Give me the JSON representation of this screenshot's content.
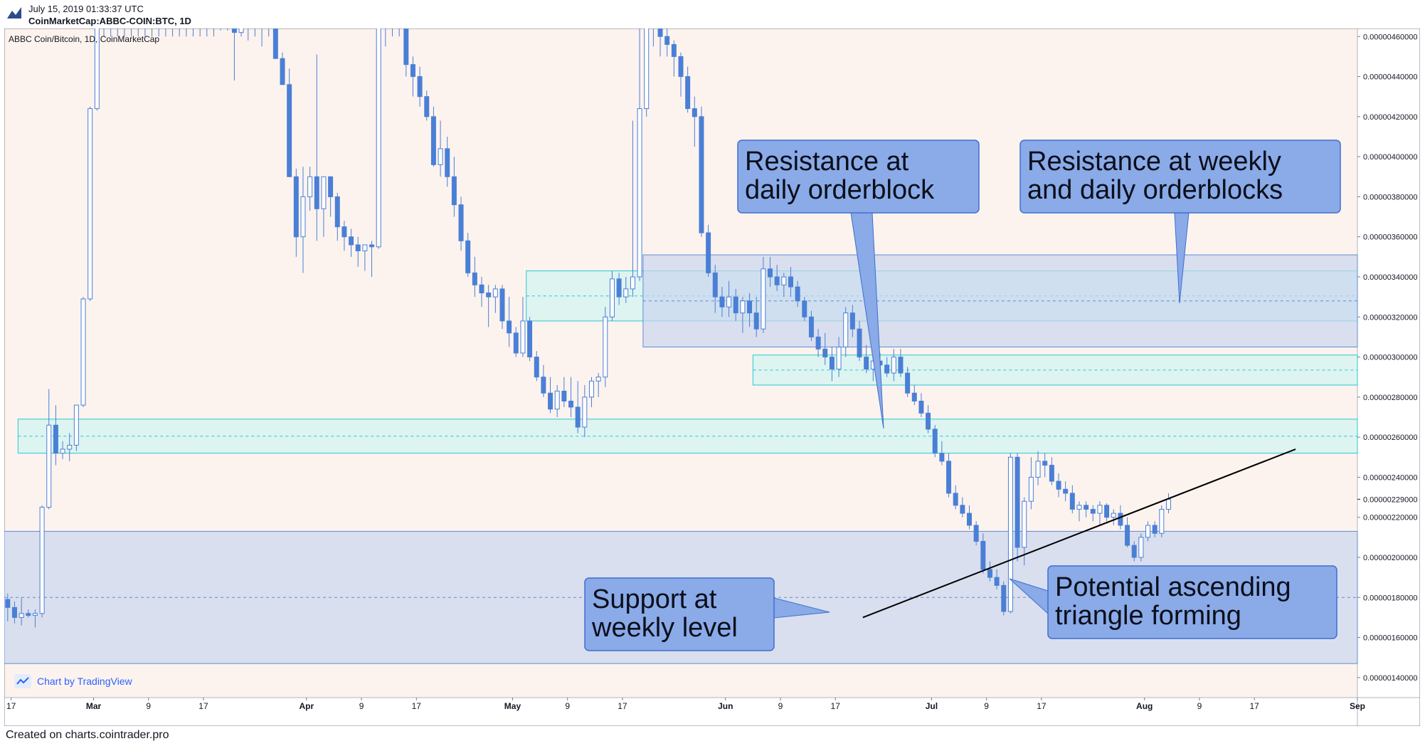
{
  "header": {
    "date": "July 15, 2019 01:33:37 UTC",
    "symbol": "CoinMarketCap:ABBC-COIN:BTC, 1D"
  },
  "footer": {
    "credit": "Created on charts.cointrader.pro"
  },
  "badge": {
    "label": "Chart by TradingView",
    "icon": "tradingview-logo-icon"
  },
  "colors": {
    "background": "#fdf3ee",
    "up": "#4a7fd6",
    "down": "#4a7fd6",
    "cyan_zone": "#d2f4f0",
    "cyan_border": "#27c7d6",
    "blue_zone": "#c9d6ee",
    "blue_border": "#5f8dd6",
    "callout": "#8aaae8",
    "callout_border": "#3f6fd0"
  },
  "chart_data": {
    "type": "candlestick",
    "title": "ABBC Coin/Bitcoin, 1D, CoinMarketCap",
    "x_tick_labels": [
      "17",
      "Mar",
      "9",
      "17",
      "Apr",
      "9",
      "17",
      "May",
      "9",
      "17",
      "Jun",
      "9",
      "17",
      "Jul",
      "9",
      "17",
      "Aug",
      "9",
      "17",
      "Sep"
    ],
    "x_tick_dates": [
      "2019-02-17",
      "2019-03-01",
      "2019-03-09",
      "2019-03-17",
      "2019-04-01",
      "2019-04-09",
      "2019-04-17",
      "2019-05-01",
      "2019-05-09",
      "2019-05-17",
      "2019-06-01",
      "2019-06-09",
      "2019-06-17",
      "2019-07-01",
      "2019-07-09",
      "2019-07-17",
      "2019-08-01",
      "2019-08-09",
      "2019-08-17",
      "2019-09-01"
    ],
    "x_range": [
      "2019-02-16",
      "2019-09-01"
    ],
    "y_tick_labels": [
      "0.00000140000",
      "0.00000160000",
      "0.00000180000",
      "0.00000200000",
      "0.00000220000",
      "0.00000240000",
      "0.00000260000",
      "0.00000280000",
      "0.00000300000",
      "0.00000320000",
      "0.00000340000",
      "0.00000360000",
      "0.00000380000",
      "0.00000400000",
      "0.00000420000",
      "0.00000440000",
      "0.00000460000"
    ],
    "y_range": [
      1.3e-06,
      4.64e-06
    ],
    "last_price_label": "0.00000229000",
    "last_price": 2.29e-06,
    "legend": "none",
    "grid": false,
    "candles_ohlc": [
      [
        1.79e-06,
        1.82e-06,
        1.68e-06,
        1.75e-06
      ],
      [
        1.75e-06,
        1.78e-06,
        1.67e-06,
        1.7e-06
      ],
      [
        1.7e-06,
        1.8e-06,
        1.66e-06,
        1.72e-06
      ],
      [
        1.72e-06,
        1.74e-06,
        1.7e-06,
        1.71e-06
      ],
      [
        1.71e-06,
        1.74e-06,
        1.65e-06,
        1.72e-06
      ],
      [
        1.72e-06,
        2.26e-06,
        1.7e-06,
        2.25e-06
      ],
      [
        2.25e-06,
        2.84e-06,
        2.24e-06,
        2.66e-06
      ],
      [
        2.66e-06,
        2.76e-06,
        2.46e-06,
        2.52e-06
      ],
      [
        2.52e-06,
        2.58e-06,
        2.49e-06,
        2.54e-06
      ],
      [
        2.54e-06,
        2.62e-06,
        2.48e-06,
        2.56e-06
      ],
      [
        2.56e-06,
        2.76e-06,
        2.53e-06,
        2.76e-06
      ],
      [
        2.76e-06,
        3.3e-06,
        2.75e-06,
        3.29e-06
      ],
      [
        3.29e-06,
        4.25e-06,
        3.28e-06,
        4.24e-06
      ],
      [
        4.24e-06,
        4.7e-06,
        4.23e-06,
        4.68e-06
      ],
      [
        4.68e-06,
        4.75e-06,
        4.6e-06,
        4.68e-06
      ],
      [
        4.68e-06,
        4.75e-06,
        4.6e-06,
        4.68e-06
      ],
      [
        4.68e-06,
        4.75e-06,
        4.6e-06,
        4.68e-06
      ],
      [
        4.68e-06,
        4.75e-06,
        4.6e-06,
        4.68e-06
      ],
      [
        4.68e-06,
        4.75e-06,
        4.6e-06,
        4.68e-06
      ],
      [
        4.68e-06,
        4.75e-06,
        4.6e-06,
        4.68e-06
      ],
      [
        4.68e-06,
        4.75e-06,
        4.6e-06,
        4.68e-06
      ],
      [
        4.68e-06,
        4.75e-06,
        4.6e-06,
        4.68e-06
      ],
      [
        4.68e-06,
        4.75e-06,
        4.6e-06,
        4.68e-06
      ],
      [
        4.68e-06,
        4.75e-06,
        4.6e-06,
        4.68e-06
      ],
      [
        4.68e-06,
        4.75e-06,
        4.6e-06,
        4.68e-06
      ],
      [
        4.68e-06,
        4.75e-06,
        4.6e-06,
        4.68e-06
      ],
      [
        4.68e-06,
        4.75e-06,
        4.6e-06,
        4.68e-06
      ],
      [
        4.68e-06,
        4.75e-06,
        4.6e-06,
        4.68e-06
      ],
      [
        4.68e-06,
        4.75e-06,
        4.6e-06,
        4.68e-06
      ],
      [
        4.68e-06,
        4.75e-06,
        4.6e-06,
        4.68e-06
      ],
      [
        4.68e-06,
        4.75e-06,
        4.6e-06,
        4.68e-06
      ],
      [
        4.66e-06,
        4.7e-06,
        4.63e-06,
        4.64e-06
      ],
      [
        4.64e-06,
        4.7e-06,
        4.63e-06,
        4.65e-06
      ],
      [
        4.65e-06,
        4.66e-06,
        4.38e-06,
        4.62e-06
      ],
      [
        4.62e-06,
        4.68e-06,
        4.6e-06,
        4.65e-06
      ],
      [
        4.65e-06,
        4.7e-06,
        4.58e-06,
        4.68e-06
      ],
      [
        4.68e-06,
        4.75e-06,
        4.6e-06,
        4.68e-06
      ],
      [
        4.68e-06,
        4.7e-06,
        4.55e-06,
        4.68e-06
      ],
      [
        4.68e-06,
        4.75e-06,
        4.6e-06,
        4.68e-06
      ],
      [
        4.68e-06,
        4.7e-06,
        4.49e-06,
        4.49e-06
      ],
      [
        4.49e-06,
        4.52e-06,
        4.36e-06,
        4.36e-06
      ],
      [
        4.36e-06,
        4.44e-06,
        3.9e-06,
        3.9e-06
      ],
      [
        3.9e-06,
        3.94e-06,
        3.5e-06,
        3.6e-06
      ],
      [
        3.6e-06,
        3.95e-06,
        3.42e-06,
        3.8e-06
      ],
      [
        3.8e-06,
        3.95e-06,
        3.73e-06,
        3.9e-06
      ],
      [
        3.9e-06,
        4.51e-06,
        3.58e-06,
        3.74e-06
      ],
      [
        3.74e-06,
        3.9e-06,
        3.6e-06,
        3.9e-06
      ],
      [
        3.9e-06,
        3.9e-06,
        3.7e-06,
        3.8e-06
      ],
      [
        3.8e-06,
        3.82e-06,
        3.58e-06,
        3.65e-06
      ],
      [
        3.65e-06,
        3.68e-06,
        3.53e-06,
        3.6e-06
      ],
      [
        3.6e-06,
        3.64e-06,
        3.5e-06,
        3.56e-06
      ],
      [
        3.56e-06,
        3.6e-06,
        3.45e-06,
        3.53e-06
      ],
      [
        3.53e-06,
        3.56e-06,
        3.43e-06,
        3.56e-06
      ],
      [
        3.56e-06,
        3.58e-06,
        3.4e-06,
        3.55e-06
      ],
      [
        3.55e-06,
        4.8e-06,
        3.54e-06,
        4.7e-06
      ],
      [
        4.7e-06,
        4.75e-06,
        4.55e-06,
        4.68e-06
      ],
      [
        4.68e-06,
        4.75e-06,
        4.6e-06,
        4.68e-06
      ],
      [
        4.68e-06,
        4.75e-06,
        4.6e-06,
        4.68e-06
      ],
      [
        4.68e-06,
        4.7e-06,
        4.4e-06,
        4.46e-06
      ],
      [
        4.46e-06,
        4.5e-06,
        4.3e-06,
        4.4e-06
      ],
      [
        4.4e-06,
        4.45e-06,
        4.25e-06,
        4.3e-06
      ],
      [
        4.3e-06,
        4.33e-06,
        4.18e-06,
        4.2e-06
      ],
      [
        4.2e-06,
        4.25e-06,
        3.95e-06,
        3.96e-06
      ],
      [
        3.96e-06,
        4.18e-06,
        3.9e-06,
        4.04e-06
      ],
      [
        4.04e-06,
        4.1e-06,
        3.85e-06,
        3.9e-06
      ],
      [
        3.9e-06,
        4e-06,
        3.7e-06,
        3.76e-06
      ],
      [
        3.76e-06,
        3.8e-06,
        3.53e-06,
        3.58e-06
      ],
      [
        3.58e-06,
        3.62e-06,
        3.4e-06,
        3.42e-06
      ],
      [
        3.42e-06,
        3.5e-06,
        3.3e-06,
        3.36e-06
      ],
      [
        3.36e-06,
        3.4e-06,
        3.25e-06,
        3.32e-06
      ],
      [
        3.32e-06,
        3.36e-06,
        3.15e-06,
        3.3e-06
      ],
      [
        3.3e-06,
        3.36e-06,
        3.22e-06,
        3.34e-06
      ],
      [
        3.34e-06,
        3.36e-06,
        3.14e-06,
        3.18e-06
      ],
      [
        3.18e-06,
        3.3e-06,
        3.05e-06,
        3.12e-06
      ],
      [
        3.12e-06,
        3.15e-06,
        3e-06,
        3.02e-06
      ],
      [
        3.02e-06,
        3.3e-06,
        3e-06,
        3.18e-06
      ],
      [
        3.18e-06,
        3.2e-06,
        2.98e-06,
        3e-06
      ],
      [
        3e-06,
        3.03e-06,
        2.88e-06,
        2.9e-06
      ],
      [
        2.9e-06,
        2.96e-06,
        2.8e-06,
        2.82e-06
      ],
      [
        2.82e-06,
        2.9e-06,
        2.72e-06,
        2.74e-06
      ],
      [
        2.74e-06,
        2.86e-06,
        2.7e-06,
        2.83e-06
      ],
      [
        2.83e-06,
        2.9e-06,
        2.75e-06,
        2.78e-06
      ],
      [
        2.78e-06,
        2.9e-06,
        2.7e-06,
        2.75e-06
      ],
      [
        2.75e-06,
        2.88e-06,
        2.62e-06,
        2.65e-06
      ],
      [
        2.65e-06,
        2.86e-06,
        2.6e-06,
        2.8e-06
      ],
      [
        2.8e-06,
        2.9e-06,
        2.75e-06,
        2.88e-06
      ],
      [
        2.88e-06,
        2.92e-06,
        2.8e-06,
        2.9e-06
      ],
      [
        2.9e-06,
        3.25e-06,
        2.85e-06,
        3.2e-06
      ],
      [
        3.2e-06,
        3.43e-06,
        3.18e-06,
        3.39e-06
      ],
      [
        3.39e-06,
        3.42e-06,
        3.26e-06,
        3.3e-06
      ],
      [
        3.3e-06,
        3.4e-06,
        3.27e-06,
        3.34e-06
      ],
      [
        3.34e-06,
        4.18e-06,
        3.3e-06,
        3.4e-06
      ],
      [
        3.4e-06,
        4.7e-06,
        3.38e-06,
        4.24e-06
      ],
      [
        4.24e-06,
        4.7e-06,
        4.2e-06,
        4.68e-06
      ],
      [
        4.68e-06,
        4.75e-06,
        4.55e-06,
        4.68e-06
      ],
      [
        4.68e-06,
        4.7e-06,
        4.5e-06,
        4.6e-06
      ],
      [
        4.6e-06,
        4.65e-06,
        4.5e-06,
        4.56e-06
      ],
      [
        4.56e-06,
        4.58e-06,
        4.4e-06,
        4.5e-06
      ],
      [
        4.5e-06,
        4.52e-06,
        4.3e-06,
        4.4e-06
      ],
      [
        4.4e-06,
        4.45e-06,
        4.22e-06,
        4.24e-06
      ],
      [
        4.24e-06,
        4.3e-06,
        4.05e-06,
        4.2e-06
      ],
      [
        4.2e-06,
        4.25e-06,
        3.6e-06,
        3.62e-06
      ],
      [
        3.62e-06,
        3.66e-06,
        3.4e-06,
        3.42e-06
      ],
      [
        3.42e-06,
        3.46e-06,
        3.22e-06,
        3.3e-06
      ],
      [
        3.3e-06,
        3.35e-06,
        3.2e-06,
        3.25e-06
      ],
      [
        3.25e-06,
        3.38e-06,
        3.2e-06,
        3.3e-06
      ],
      [
        3.3e-06,
        3.34e-06,
        3.18e-06,
        3.22e-06
      ],
      [
        3.22e-06,
        3.3e-06,
        3.12e-06,
        3.28e-06
      ],
      [
        3.28e-06,
        3.32e-06,
        3.15e-06,
        3.22e-06
      ],
      [
        3.22e-06,
        3.3e-06,
        3.1e-06,
        3.14e-06
      ],
      [
        3.14e-06,
        3.5e-06,
        3.12e-06,
        3.44e-06
      ],
      [
        3.44e-06,
        3.5e-06,
        3.35e-06,
        3.4e-06
      ],
      [
        3.4e-06,
        3.46e-06,
        3.33e-06,
        3.36e-06
      ],
      [
        3.36e-06,
        3.42e-06,
        3.3e-06,
        3.4e-06
      ],
      [
        3.4e-06,
        3.45e-06,
        3.3e-06,
        3.35e-06
      ],
      [
        3.35e-06,
        3.38e-06,
        3.25e-06,
        3.28e-06
      ],
      [
        3.28e-06,
        3.3e-06,
        3.18e-06,
        3.2e-06
      ],
      [
        3.2e-06,
        3.23e-06,
        3.08e-06,
        3.1e-06
      ],
      [
        3.1e-06,
        3.14e-06,
        3e-06,
        3.04e-06
      ],
      [
        3.04e-06,
        3.12e-06,
        2.96e-06,
        3e-06
      ],
      [
        3e-06,
        3.05e-06,
        2.88e-06,
        2.94e-06
      ],
      [
        2.94e-06,
        3.1e-06,
        2.9e-06,
        3.05e-06
      ],
      [
        3.05e-06,
        3.25e-06,
        3e-06,
        3.22e-06
      ],
      [
        3.22e-06,
        3.26e-06,
        3.1e-06,
        3.14e-06
      ],
      [
        3.14e-06,
        3.18e-06,
        2.98e-06,
        3e-06
      ],
      [
        3e-06,
        3.06e-06,
        2.92e-06,
        2.94e-06
      ],
      [
        2.94e-06,
        3e-06,
        2.88e-06,
        2.98e-06
      ],
      [
        2.98e-06,
        3.02e-06,
        2.92e-06,
        2.96e-06
      ],
      [
        2.96e-06,
        3e-06,
        2.9e-06,
        2.92e-06
      ],
      [
        2.92e-06,
        3.04e-06,
        2.88e-06,
        3e-06
      ],
      [
        3e-06,
        3.04e-06,
        2.9e-06,
        2.92e-06
      ],
      [
        2.92e-06,
        2.95e-06,
        2.8e-06,
        2.82e-06
      ],
      [
        2.82e-06,
        2.86e-06,
        2.76e-06,
        2.78e-06
      ],
      [
        2.78e-06,
        2.82e-06,
        2.7e-06,
        2.72e-06
      ],
      [
        2.72e-06,
        2.76e-06,
        2.62e-06,
        2.64e-06
      ],
      [
        2.64e-06,
        2.66e-06,
        2.5e-06,
        2.52e-06
      ],
      [
        2.52e-06,
        2.58e-06,
        2.46e-06,
        2.48e-06
      ],
      [
        2.48e-06,
        2.52e-06,
        2.3e-06,
        2.32e-06
      ],
      [
        2.32e-06,
        2.36e-06,
        2.24e-06,
        2.26e-06
      ],
      [
        2.26e-06,
        2.3e-06,
        2.2e-06,
        2.22e-06
      ],
      [
        2.22e-06,
        2.26e-06,
        2.14e-06,
        2.16e-06
      ],
      [
        2.16e-06,
        2.18e-06,
        2.06e-06,
        2.08e-06
      ],
      [
        2.08e-06,
        2.12e-06,
        1.92e-06,
        1.94e-06
      ],
      [
        1.94e-06,
        1.98e-06,
        1.88e-06,
        1.9e-06
      ],
      [
        1.9e-06,
        1.94e-06,
        1.84e-06,
        1.86e-06
      ],
      [
        1.86e-06,
        1.88e-06,
        1.71e-06,
        1.73e-06
      ],
      [
        1.73e-06,
        2.52e-06,
        1.72e-06,
        2.5e-06
      ],
      [
        2.5e-06,
        2.52e-06,
        1.98e-06,
        2.05e-06
      ],
      [
        2.05e-06,
        2.3e-06,
        1.96e-06,
        2.28e-06
      ],
      [
        2.28e-06,
        2.5e-06,
        2.24e-06,
        2.4e-06
      ],
      [
        2.4e-06,
        2.53e-06,
        2.36e-06,
        2.48e-06
      ],
      [
        2.48e-06,
        2.52e-06,
        2.4e-06,
        2.46e-06
      ],
      [
        2.46e-06,
        2.5e-06,
        2.36e-06,
        2.38e-06
      ],
      [
        2.38e-06,
        2.42e-06,
        2.3e-06,
        2.34e-06
      ],
      [
        2.34e-06,
        2.38e-06,
        2.28e-06,
        2.32e-06
      ],
      [
        2.32e-06,
        2.36e-06,
        2.22e-06,
        2.24e-06
      ],
      [
        2.24e-06,
        2.28e-06,
        2.18e-06,
        2.26e-06
      ],
      [
        2.26e-06,
        2.28e-06,
        2.2e-06,
        2.24e-06
      ],
      [
        2.24e-06,
        2.26e-06,
        2.18e-06,
        2.22e-06
      ],
      [
        2.22e-06,
        2.28e-06,
        2.16e-06,
        2.26e-06
      ],
      [
        2.26e-06,
        2.27e-06,
        2.18e-06,
        2.2e-06
      ],
      [
        2.2e-06,
        2.24e-06,
        2.16e-06,
        2.22e-06
      ],
      [
        2.22e-06,
        2.26e-06,
        2.14e-06,
        2.16e-06
      ],
      [
        2.16e-06,
        2.2e-06,
        2.05e-06,
        2.06e-06
      ],
      [
        2.06e-06,
        2.08e-06,
        1.98e-06,
        2e-06
      ],
      [
        2e-06,
        2.12e-06,
        1.98e-06,
        2.1e-06
      ],
      [
        2.1e-06,
        2.18e-06,
        2.08e-06,
        2.16e-06
      ],
      [
        2.16e-06,
        2.18e-06,
        2.1e-06,
        2.12e-06
      ],
      [
        2.12e-06,
        2.26e-06,
        2.1e-06,
        2.24e-06
      ],
      [
        2.24e-06,
        2.32e-06,
        2.22e-06,
        2.29e-06
      ]
    ],
    "zones": [
      {
        "color": "cyan",
        "low": 2.52e-06,
        "high": 2.69e-06,
        "mid": 2.605e-06
      },
      {
        "color": "cyan",
        "low": 3.18e-06,
        "high": 3.43e-06,
        "mid": 3.305e-06
      },
      {
        "color": "cyan",
        "low": 2.86e-06,
        "high": 3.01e-06,
        "mid": 2.935e-06
      },
      {
        "color": "blue",
        "low": 3.05e-06,
        "high": 3.51e-06,
        "mid": 3.28e-06
      },
      {
        "color": "blue",
        "low": 1.47e-06,
        "high": 2.13e-06,
        "mid": 1.8e-06
      }
    ],
    "annotations": [
      {
        "line1": "Resistance at",
        "line2": "daily orderblock"
      },
      {
        "line1": "Resistance at weekly",
        "line2": "and daily orderblocks"
      },
      {
        "line1": "Support at",
        "line2": "weekly level"
      },
      {
        "line1": "Potential ascending",
        "line2": "triangle forming"
      }
    ],
    "trendline": {
      "from": [
        "2019-06-21",
        1.7e-06
      ],
      "to": [
        "2019-08-23",
        2.54e-06
      ]
    }
  }
}
